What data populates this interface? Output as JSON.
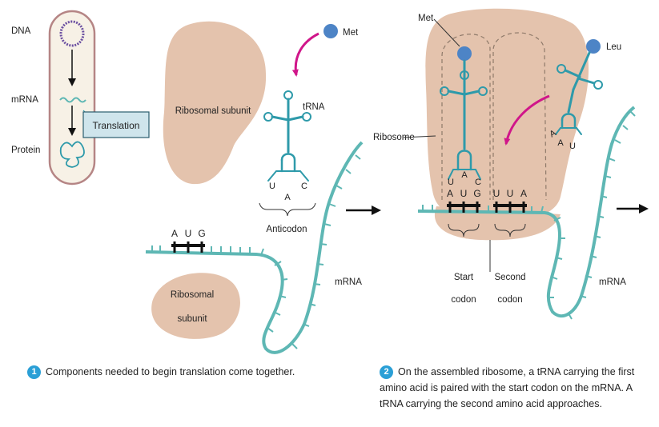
{
  "panel1": {
    "cell": {
      "dna_label": "DNA",
      "mrna_label": "mRNA",
      "protein_label": "Protein",
      "translation_label": "Translation"
    },
    "ribosomal_subunit_large_label": "Ribosomal subunit",
    "ribosomal_subunit_small_label": "Ribosomal subunit",
    "met_label": "Met",
    "trna_label": "tRNA",
    "anticodon_letters": [
      "U",
      "A",
      "C"
    ],
    "anticodon_label": "Anticodon",
    "codon_letters": [
      "A",
      "U",
      "G"
    ],
    "mrna_label": "mRNA",
    "caption_number": "1",
    "caption": "Components needed to begin translation come together."
  },
  "panel2": {
    "met_label": "Met",
    "leu_label": "Leu",
    "ribosome_label": "Ribosome",
    "met_anticodon_letters": [
      "U",
      "A",
      "C"
    ],
    "leu_anticodon_letters": [
      "A",
      "A",
      "U"
    ],
    "start_codon_letters": [
      "A",
      "U",
      "G"
    ],
    "second_codon_letters": [
      "U",
      "U",
      "A"
    ],
    "start_codon_label": "Start codon",
    "second_codon_label": "Second codon",
    "mrna_label": "mRNA",
    "caption_number": "2",
    "caption": "On the assembled ribosome, a tRNA carrying the first amino acid is paired with the start codon on the mRNA. A tRNA carrying the second amino acid approaches."
  },
  "colors": {
    "ribosome": "#e4c3ad",
    "mrna": "#5eb7b4",
    "trna": "#2e9aaa",
    "amino_acid": "#4d84c6",
    "arrow_magenta": "#d0168a",
    "translation_box": "#cfe5ec",
    "cell_fill": "#f7f1e6",
    "cell_stroke": "#b58585",
    "dna": "#6a4ea0",
    "caption_badge": "#2a9fd6"
  }
}
